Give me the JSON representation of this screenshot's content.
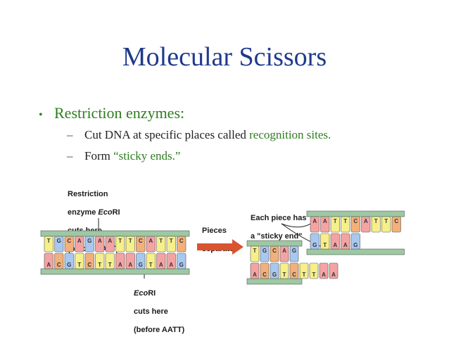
{
  "title": "Molecular Scissors",
  "bullet": "Restriction enzymes:",
  "sub1": {
    "prefix": "Cut DNA at specific places called ",
    "highlight": "recognition sites."
  },
  "sub2": {
    "prefix": "Form ",
    "highlight": "“sticky ends.”"
  },
  "figure": {
    "label_enzyme_1": "Restriction",
    "label_enzyme_2a": "enzyme ",
    "label_enzyme_2b": "Eco",
    "label_enzyme_2c": "RI",
    "label_enzyme_3": "cuts here",
    "label_enzyme_4": "(before AATT)",
    "label_pieces_1": "Pieces",
    "label_pieces_2": "separate",
    "label_sticky_1": "Each piece has",
    "label_sticky_2": "a \"sticky end\"",
    "label_ecori_1a": "Eco",
    "label_ecori_1b": "RI",
    "label_ecori_2": "cuts here",
    "label_ecori_3": "(before AATT)",
    "top_strand": [
      "T",
      "G",
      "C",
      "A",
      "G",
      "A",
      "A",
      "T",
      "T",
      "C",
      "A",
      "T",
      "T",
      "C"
    ],
    "bottom_strand": [
      "A",
      "C",
      "G",
      "T",
      "C",
      "T",
      "T",
      "A",
      "A",
      "G",
      "T",
      "A",
      "A",
      "G"
    ],
    "colors": {
      "A": "#f4a3a3",
      "T": "#f6ef8a",
      "G": "#a9c8ef",
      "C": "#f2b07a",
      "backbone_left": "#9cc9a1",
      "backbone_mid": "#e7b98a",
      "arrow": "#d9532f",
      "title": "#1f3a8c",
      "accent": "#2e7d1f"
    }
  }
}
